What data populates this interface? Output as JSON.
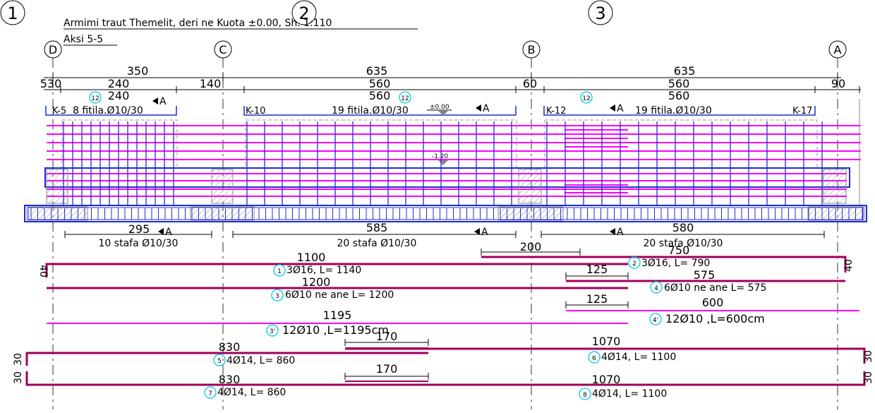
{
  "title": "Armimi traut Themelit, deri ne  Kuota ±0.00, Sh. 1:110",
  "subtitle": "Aksi 5-5",
  "axes_numbers": [
    "1",
    "2",
    "3"
  ],
  "axes_letters": [
    "D",
    "C",
    "B",
    "A"
  ],
  "dims_top": [
    "350",
    "635",
    "635"
  ],
  "dims_mid": [
    "530",
    "240",
    "140",
    "560",
    "60",
    "560",
    "90"
  ],
  "dims_inner": [
    "240",
    "560",
    "560"
  ],
  "callout": "12",
  "strip_labels": {
    "k5": "K-5",
    "s1": "8 fitila.Ø10/30",
    "k10": "K-10",
    "s2": "19 fitila.Ø10/30",
    "k12": "K-12",
    "s3": "19 fitila.Ø10/30",
    "k17": "K-17",
    "sec": "A"
  },
  "levels": [
    "±0.00",
    "-1.20"
  ],
  "stirrups": [
    {
      "len": "295",
      "label": "10 stafa Ø10/30"
    },
    {
      "len": "585",
      "label": "20 stafa Ø10/30"
    },
    {
      "len": "580",
      "label": "20 stafa Ø10/30"
    }
  ],
  "bars": {
    "b1_len": "1100",
    "b1_num": "1",
    "b1_text": "3Ø16, L= 1140",
    "b1_hook": "40",
    "b2_overlap": "200",
    "b2_len": "750",
    "b2_num": "2",
    "b2_text": "3Ø16, L= 790",
    "b2_hook": "40",
    "b3_len": "1200",
    "b3_num": "3",
    "b3_text": "6Ø10 ne ane L= 1200",
    "b4_overlap": "125",
    "b4_len": "575",
    "b4_num": "4",
    "b4_text": "6Ø10 ne ane L= 575",
    "b3p_len": "1195",
    "b3p_num": "3'",
    "b3p_text": "12Ø10 ,L=1195cm",
    "b4p_overlap": "125",
    "b4p_len": "600",
    "b4p_num": "4'",
    "b4p_text": "12Ø10 ,L=600cm",
    "b5_overlap": "170",
    "b5_len": "830",
    "b5_num": "5",
    "b5_text": "4Ø14, L= 860",
    "b5_hook": "30",
    "b6_len": "1070",
    "b6_num": "6",
    "b6_text": "4Ø14, L= 1100",
    "b6_hook": "30",
    "b7_overlap": "170",
    "b7_len": "830",
    "b7_num": "7",
    "b7_text": "4Ø14, L= 860",
    "b7_hook": "30",
    "b8_len": "1070",
    "b8_num": "8",
    "b8_text": "4Ø14, L= 1100",
    "b8_hook": "30"
  },
  "colors": {
    "main_bar": "#a0005a",
    "distribution_bar": "#ff00ff",
    "stirrup": "#1f2bd6",
    "callout": "#00c8e6"
  }
}
